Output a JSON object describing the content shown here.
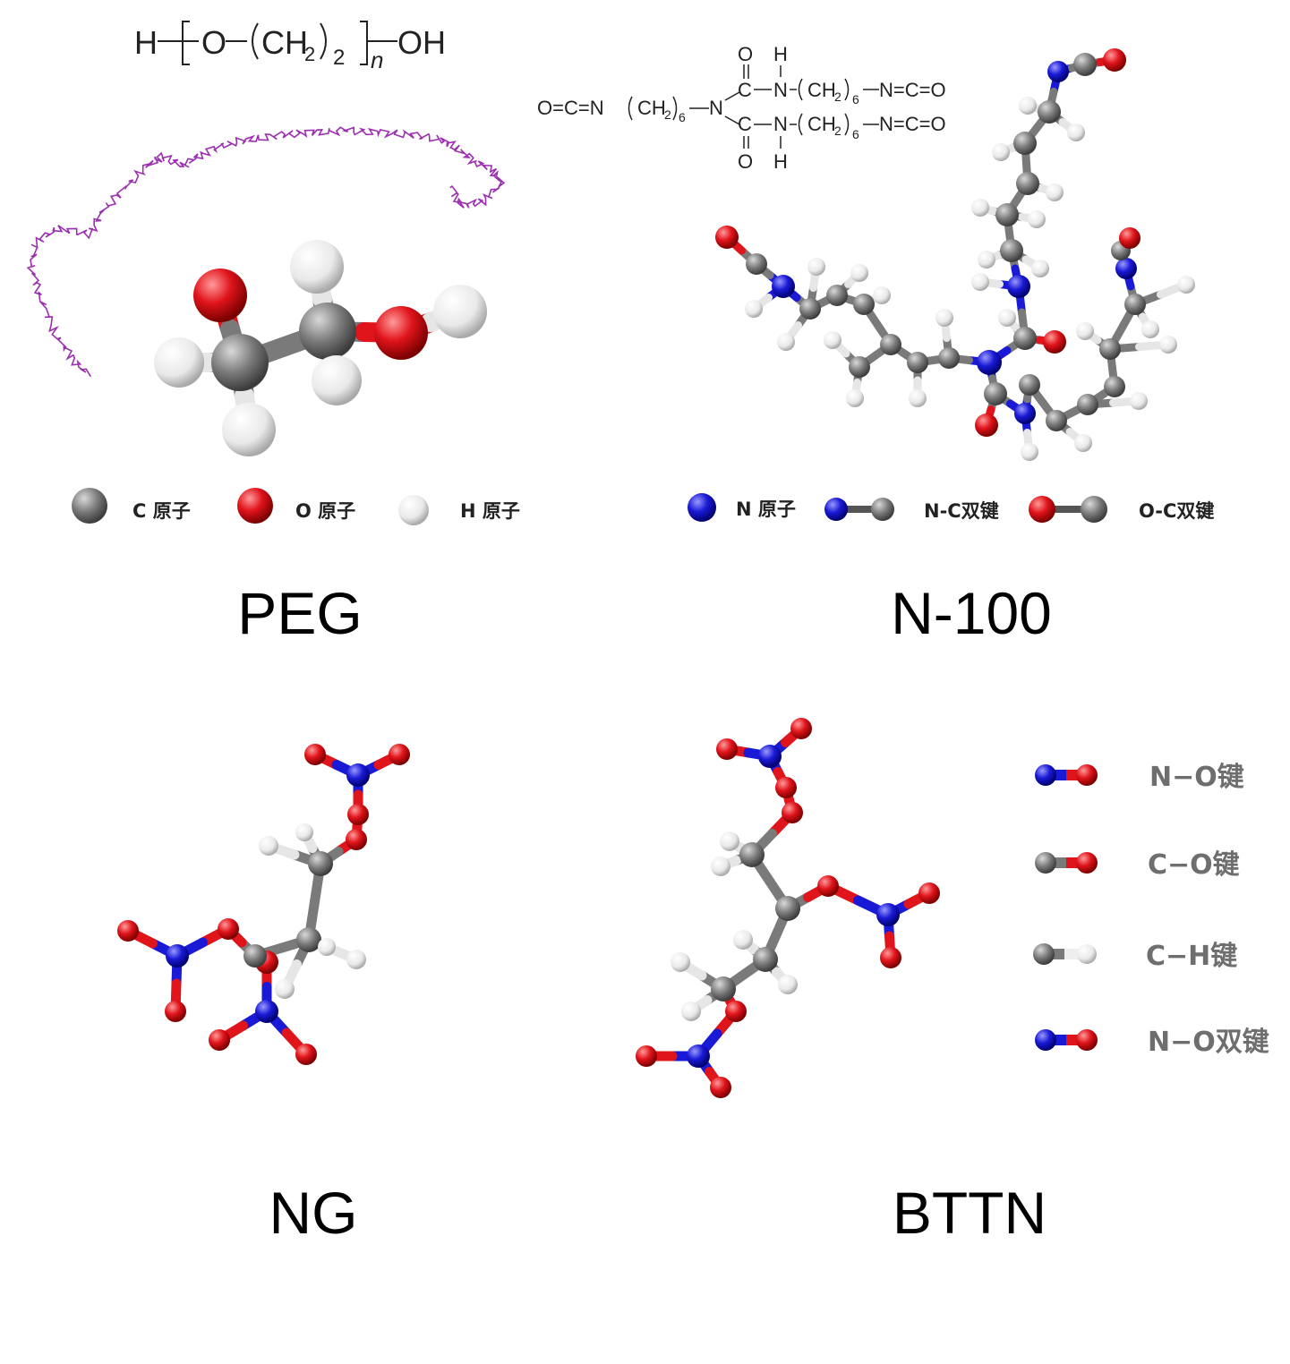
{
  "panels": {
    "peg": {
      "label": "PEG",
      "formula": {
        "h": "H",
        "o": "O",
        "ch2": "CH",
        "sub2": "2",
        "rep2": "2",
        "n": "n",
        "oh": "OH"
      },
      "legend": [
        "C 原子",
        "O 原子",
        "H 原子"
      ]
    },
    "n100": {
      "label": "N-100",
      "formula": {
        "left": "O=C=N",
        "ch2": "CH",
        "sub2": "2",
        "rep": "6",
        "n": "N",
        "c": "C",
        "o": "O",
        "h": "H",
        "nh": "N",
        "right": "N=C=O"
      },
      "legend": [
        "N 原子",
        "N-C双键",
        "O-C双键"
      ]
    },
    "ng": {
      "label": "NG"
    },
    "bttn": {
      "label": "BTTN",
      "legend": [
        "N−O键",
        "C−O键",
        "C−H键",
        "N−O双键"
      ]
    }
  },
  "colors": {
    "carbon": "#7a7a7a",
    "oxygen": "#e0141b",
    "hydrogen": "#f2f2f2",
    "nitrogen": "#1a1ad6",
    "chain": "#9b2fb0"
  }
}
